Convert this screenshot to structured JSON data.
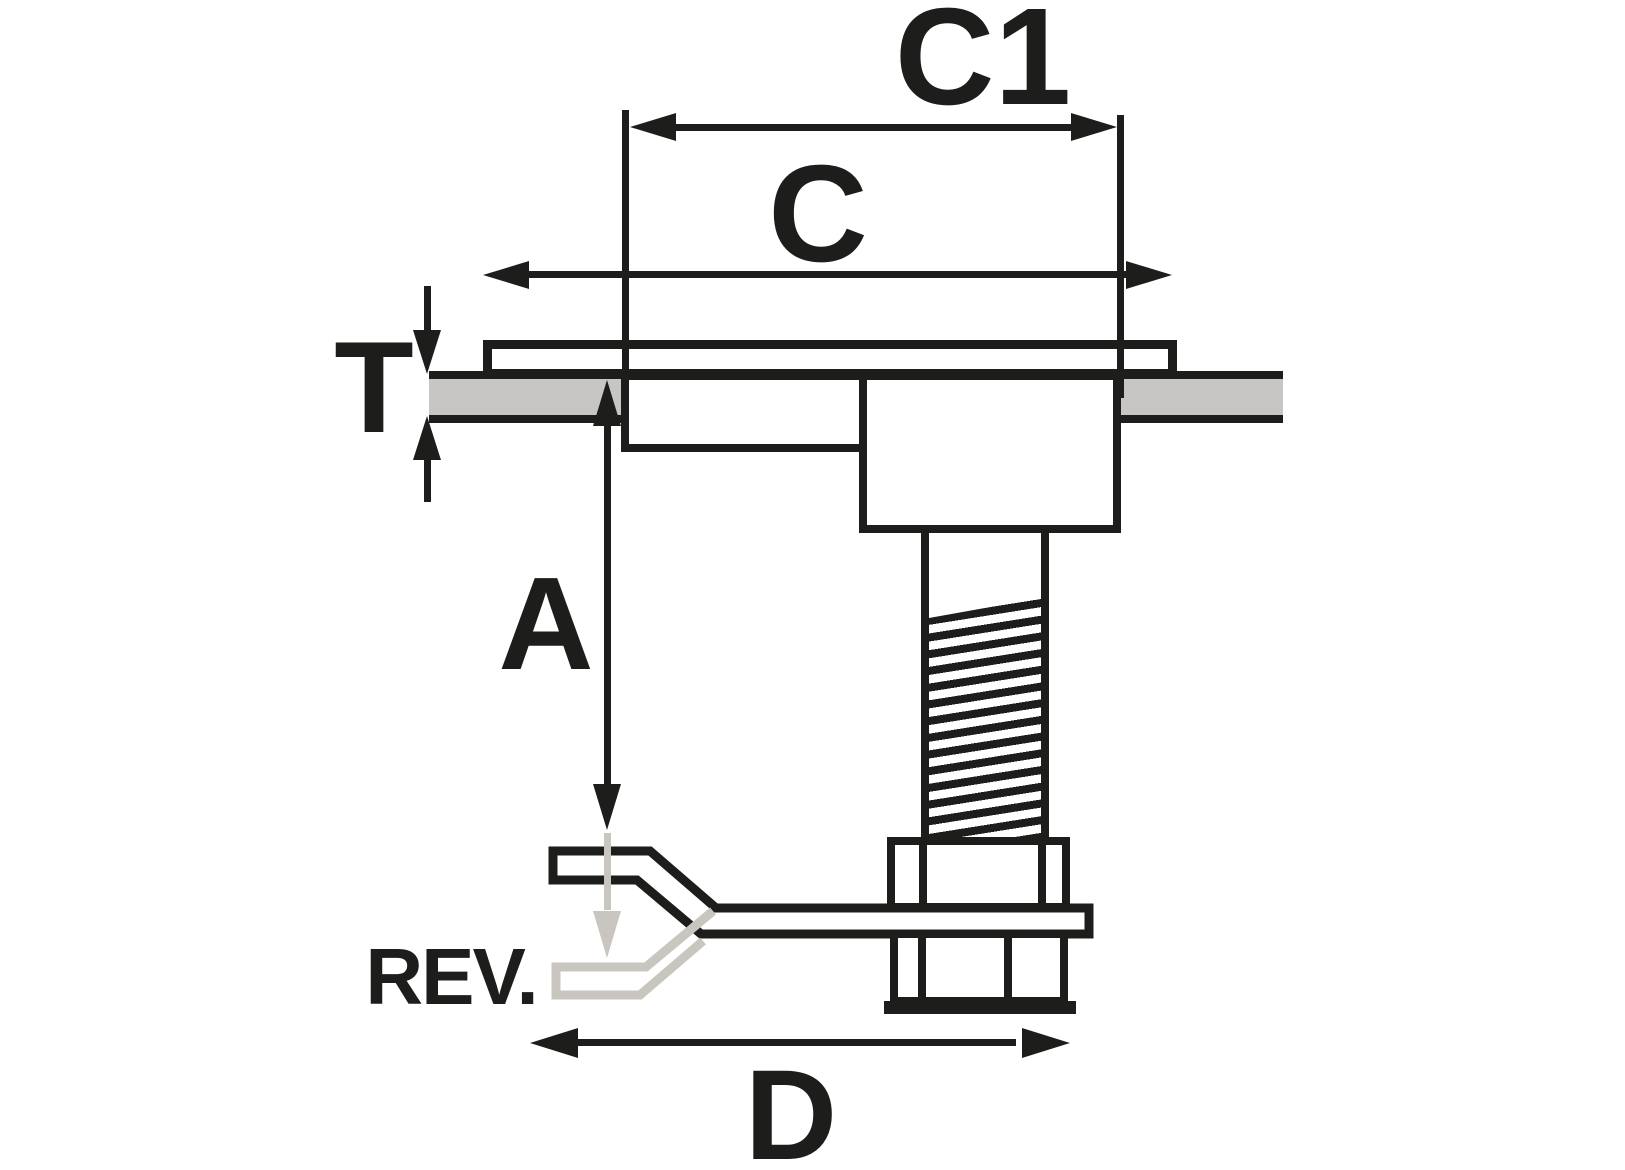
{
  "diagram": {
    "type": "technical-drawing",
    "labels": {
      "c1": "C1",
      "c": "C",
      "t": "T",
      "a": "A",
      "d": "D",
      "rev": "REV."
    },
    "colors": {
      "ink": "#1d1d1b",
      "panel_fill": "#c8c6c4",
      "reversed_position_outline": "#c9c6c0",
      "background": "#ffffff"
    }
  }
}
